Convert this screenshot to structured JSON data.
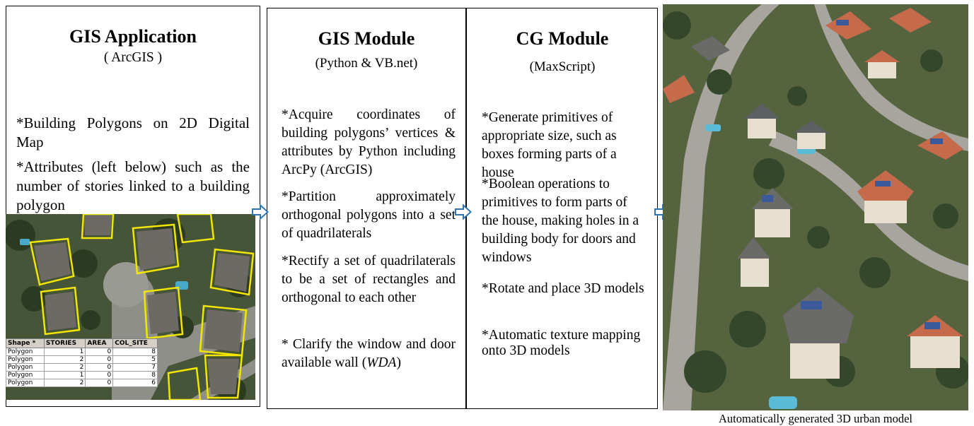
{
  "gis_application": {
    "title": "GIS Application",
    "subtitle": "( ArcGIS )",
    "bullets": [
      "*Building Polygons on 2D Digital Map",
      "*Attributes (left below) such as the number of stories linked to a building polygon"
    ],
    "attribute_table": {
      "headers": [
        "Shape *",
        "STORIES",
        "AREA",
        "COL_SITE"
      ],
      "rows": [
        [
          "Polygon",
          "1",
          "0",
          "8"
        ],
        [
          "Polygon",
          "2",
          "0",
          "5"
        ],
        [
          "Polygon",
          "2",
          "0",
          "7"
        ],
        [
          "Polygon",
          "1",
          "0",
          "8"
        ],
        [
          "Polygon",
          "2",
          "0",
          "6"
        ]
      ]
    }
  },
  "gis_module": {
    "title": "GIS Module",
    "subtitle": "(Python & VB.net)",
    "bullets": [
      "*Acquire coordinates of building polygons’ vertices & attributes by Python including ArcPy (ArcGIS)",
      "*Partition approximately orthogonal polygons into a set of quadrilaterals",
      "*Rectify a set of quadrilaterals to be a set of rectangles and orthogonal to each other",
      "* Clarify the window and door available wall (",
      "WDA",
      ")"
    ]
  },
  "cg_module": {
    "title": "CG Module",
    "subtitle": "(MaxScript)",
    "bullets": [
      "*Generate primitives of appropriate size, such as boxes forming parts of a house",
      "*Boolean operations to primitives to form parts of the house, making holes in a building body for doors and windows",
      "*Rotate and place 3D models",
      "*Automatic texture mapping onto 3D models"
    ]
  },
  "output": {
    "caption": "Automatically generated 3D urban model"
  },
  "colors": {
    "arrow": "#2e75b6",
    "polygon_outline": "#f2e600"
  }
}
